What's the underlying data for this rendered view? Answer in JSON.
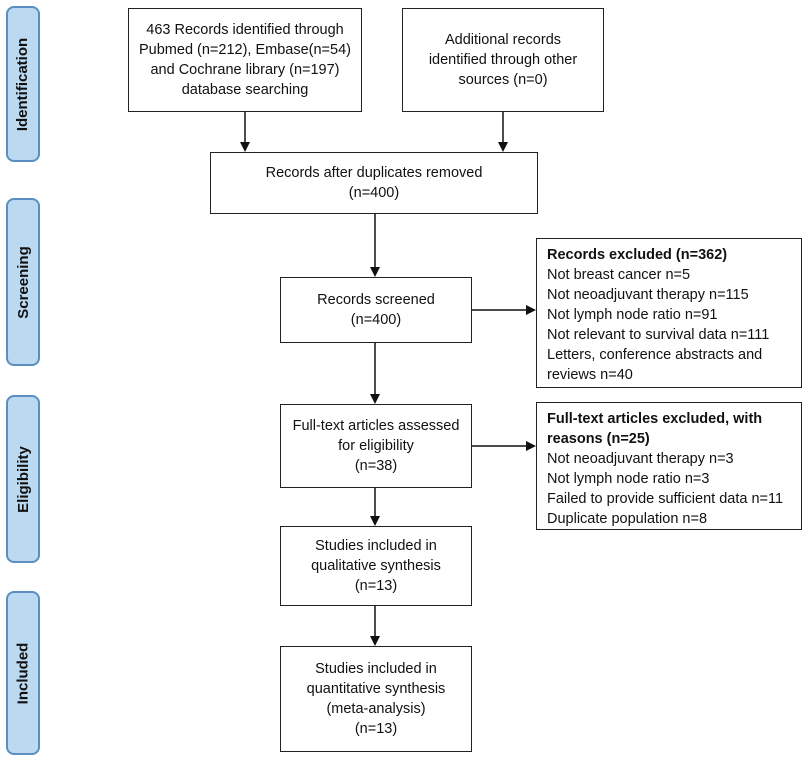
{
  "phases": {
    "identification": "Identification",
    "screening": "Screening",
    "eligibility": "Eligibility",
    "included": "Included"
  },
  "boxes": {
    "records_identified": [
      "463 Records identified through",
      "Pubmed (n=212), Embase(n=54)",
      "and Cochrane library (n=197)",
      "database searching"
    ],
    "additional_records": [
      "Additional records",
      "identified through other",
      "sources (n=0)"
    ],
    "after_duplicates": [
      "Records after duplicates removed",
      "(n=400)"
    ],
    "records_screened": [
      "Records screened",
      "(n=400)"
    ],
    "fulltext_assessed": [
      "Full-text articles assessed",
      "for eligibility",
      "(n=38)"
    ],
    "qualitative": [
      "Studies included in",
      "qualitative synthesis",
      "(n=13)"
    ],
    "quantitative": [
      "Studies included in",
      "quantitative synthesis",
      "(meta-analysis)",
      "(n=13)"
    ]
  },
  "records_excluded": {
    "heading": "Records excluded (n=362)",
    "items": [
      "Not breast cancer n=5",
      "Not neoadjuvant therapy n=115",
      "Not lymph node ratio n=91",
      "Not relevant to survival data n=111",
      "Letters, conference abstracts and",
      "reviews n=40"
    ]
  },
  "fulltext_excluded": {
    "heading": [
      "Full-text articles excluded, with",
      "reasons (n=25)"
    ],
    "items": [
      "Not neoadjuvant therapy n=3",
      "Not lymph node ratio n=3",
      "Failed to provide sufficient data n=11",
      "Duplicate population n=8"
    ]
  }
}
